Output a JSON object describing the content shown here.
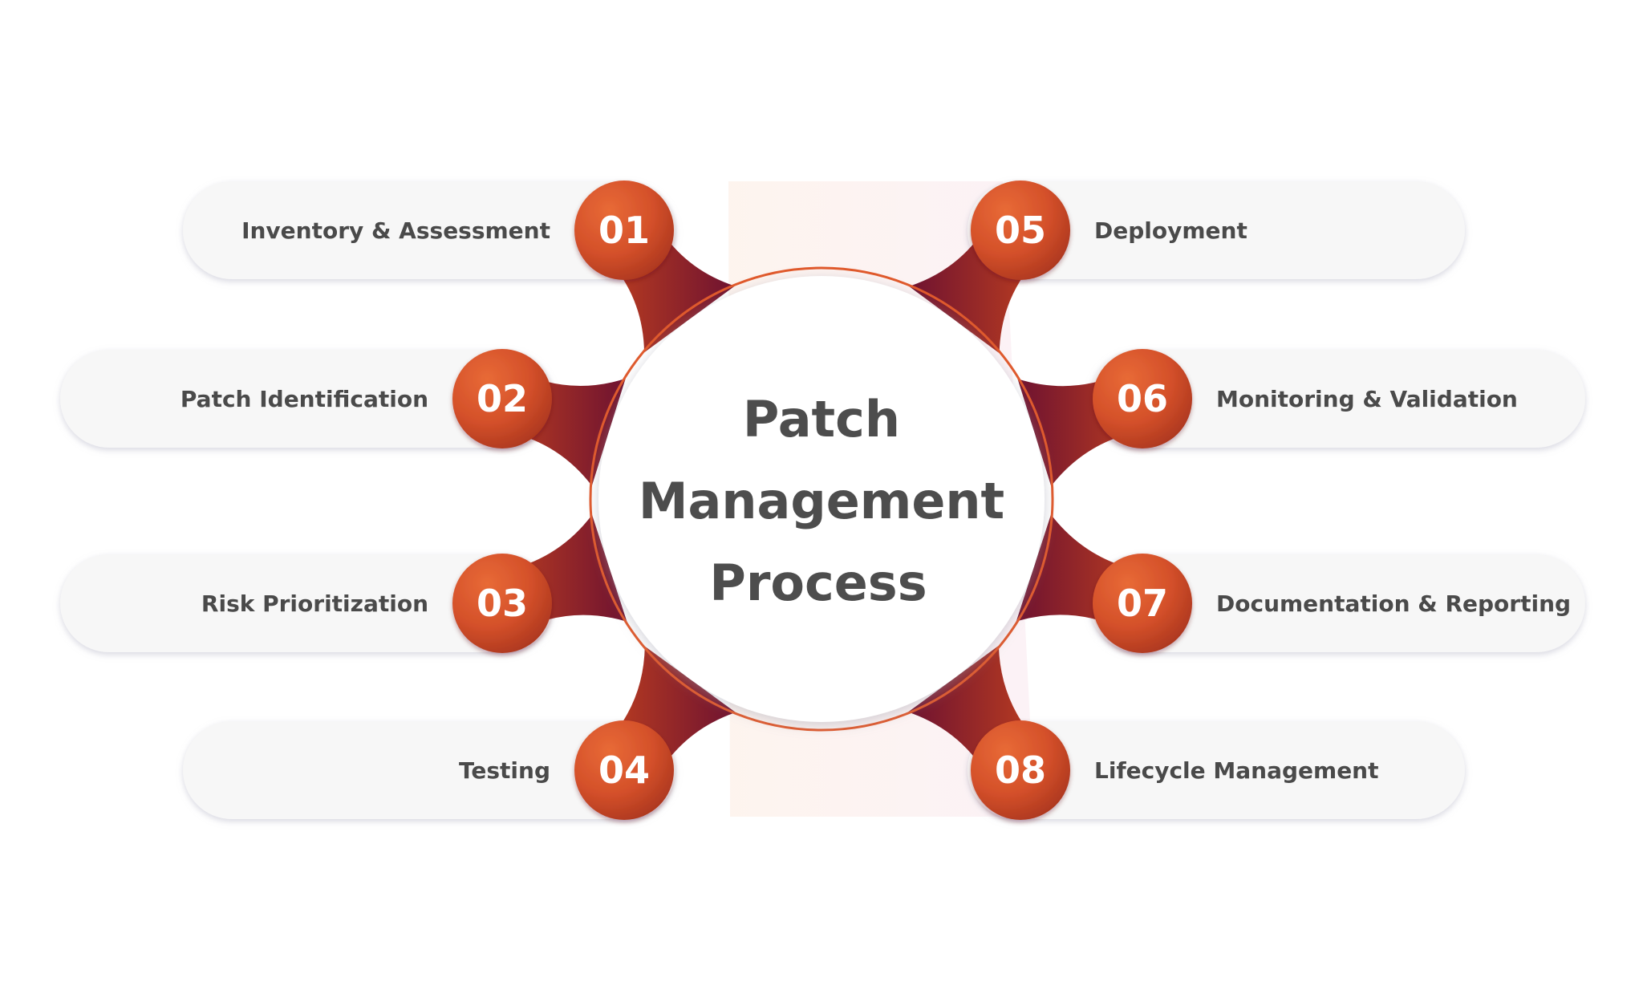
{
  "diagram": {
    "center": {
      "lines": [
        "Patch",
        "Management",
        "Process"
      ]
    },
    "steps": [
      {
        "number": "01",
        "label": "Inventory & Assessment",
        "side": "left"
      },
      {
        "number": "02",
        "label": "Patch Identification",
        "side": "left"
      },
      {
        "number": "03",
        "label": "Risk Prioritization",
        "side": "left"
      },
      {
        "number": "04",
        "label": "Testing",
        "side": "left"
      },
      {
        "number": "05",
        "label": "Deployment",
        "side": "right"
      },
      {
        "number": "06",
        "label": "Monitoring & Validation",
        "side": "right"
      },
      {
        "number": "07",
        "label": "Documentation & Reporting",
        "side": "right"
      },
      {
        "number": "08",
        "label": "Lifecycle Management",
        "side": "right"
      }
    ]
  },
  "colors": {
    "accent_orange": "#e0582a",
    "accent_deep": "#c0401f",
    "connector_maroon": "#7a1530",
    "pill_fill": "#f7f7f7",
    "text": "#4a4a4a",
    "ring": "#e0582a"
  }
}
